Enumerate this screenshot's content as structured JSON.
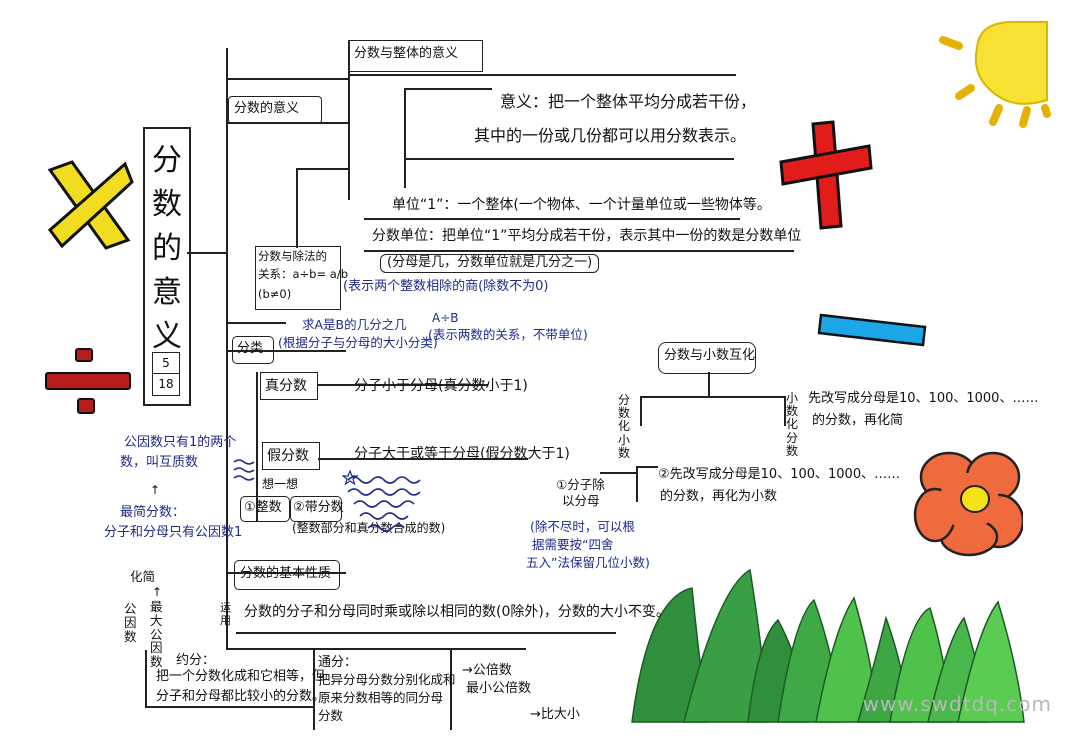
{
  "title": {
    "chars": [
      "分",
      "数",
      "的",
      "意",
      "义"
    ],
    "lesson_top": "5",
    "lesson_bottom": "18"
  },
  "colors": {
    "times": "#f2dc1f",
    "plus": "#e21b1b",
    "minus_blue": "#1ba6e8",
    "divide": "#b71c1c",
    "sun": "#f7e135",
    "flower": "#ef6a3c",
    "flower_center": "#f6e01a",
    "grass_dark": "#2f8f3c",
    "grass_light": "#4ec24a"
  },
  "icons": {
    "times": "multiply-symbol-icon",
    "plus": "plus-symbol-icon",
    "minus": "minus-symbol-icon",
    "divide": "divide-symbol-icon",
    "sun": "sun-icon",
    "flower": "flower-icon",
    "grass": "grass-icon",
    "stars": "star-doodle-icon"
  },
  "nodes": {
    "meaning_header": "分数的意义",
    "unit1_header": "分数与整体的意义",
    "meaning_def_1": "意义：把一个整体平均分成若干份，",
    "meaning_def_2": "其中的一份或几份都可以用分数表示。",
    "unit_one": "单位“1”：一个整体(一个物体、一个计量单位或一些物体等。",
    "fraction_unit": "分数单位：把单位“1”平均分成若干份，表示其中一份的数是分数单位",
    "fraction_unit_note": "(分母是几，分数单位就是几分之一)",
    "division_relation_1": "分数与除法的",
    "division_relation_2": "关系：a÷b= a/b",
    "division_relation_3": "(b≠0)",
    "division_note": "(表示两个整数相除的商(除数不为0)",
    "fraction_of_number_1": "求A是B的几分之几",
    "fraction_of_number_2": "(根据分子与分母的大小分类)",
    "ratio_formula": "A÷B",
    "ratio_note": "(表示两数的关系，不带单位)",
    "classify_header": "分类",
    "proper_header": "真分数",
    "proper_def": "分子小于分母(真分数小于1)",
    "improper_header": "假分数",
    "improper_def": "分子大于或等于分母(假分数大于1)",
    "mixed_label_1": "①整数",
    "mixed_label_2": "②带分数",
    "mixed_think": "想一想",
    "mixed_note": "(整数部分和真分数合成的数)",
    "basic_property_header": "分数的基本性质",
    "apply_label": "运用",
    "basic_property_def": "分数的分子和分母同时乘或除以相同的数(0除外)，分数的大小不变。",
    "reduce_header": "约分：",
    "reduce_def_1": "把一个分数化成和它相等，但",
    "reduce_def_2": "分子和分母都比较小的分数。",
    "common_header": "通分：",
    "common_def_1": "把异分母分数分别化成和",
    "common_def_2": "原来分数相等的同分母",
    "common_def_3": "分数",
    "lcm_1": "→公倍数",
    "lcm_2": "最小公倍数",
    "compare": "→比大小",
    "gcd_vertical": "公因数",
    "gcd_greatest": "最大公因数",
    "simplest_label": "化简",
    "simplest_1": "最简分数：",
    "simplest_2": "分子和分母只有公因数1",
    "coprime_1": "公因数只有1的两个",
    "coprime_2": "数，叫互质数",
    "interconvert_header": "分数与小数互化",
    "frac_to_dec_vertical": "分数化小数",
    "dec_to_frac_vertical": "小数化分数",
    "dec_to_frac_1": "先改写成分母是10、100、1000、……",
    "dec_to_frac_2": "的分数，再化简",
    "frac_to_dec_alt_1": "②先改写成分母是10、100、1000、……",
    "frac_to_dec_alt_2": "的分数，再化为小数",
    "frac_to_dec_div_1": "①分子除",
    "frac_to_dec_div_2": "以分母",
    "frac_to_dec_note_1": "(除不尽时，可以根",
    "frac_to_dec_note_2": "据需要按“四舍",
    "frac_to_dec_note_3": "五入”法保留几位小数)"
  },
  "watermark": "www.swdtdq.com"
}
